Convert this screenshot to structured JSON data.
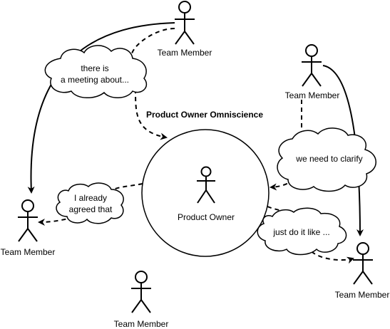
{
  "diagram": {
    "title": "Product Owner Omniscience",
    "center_label": "Product Owner",
    "actors": {
      "top": "Team Member",
      "right_top": "Team Member",
      "left": "Team Member",
      "bottom": "Team Member",
      "right_bottom": "Team Member"
    },
    "clouds": {
      "meeting_line1": "there is",
      "meeting_line2": "a meeting about...",
      "clarify": "we need to clarify",
      "agreed_line1": "I already",
      "agreed_line2": "agreed that",
      "doit": "just do it like ..."
    }
  }
}
